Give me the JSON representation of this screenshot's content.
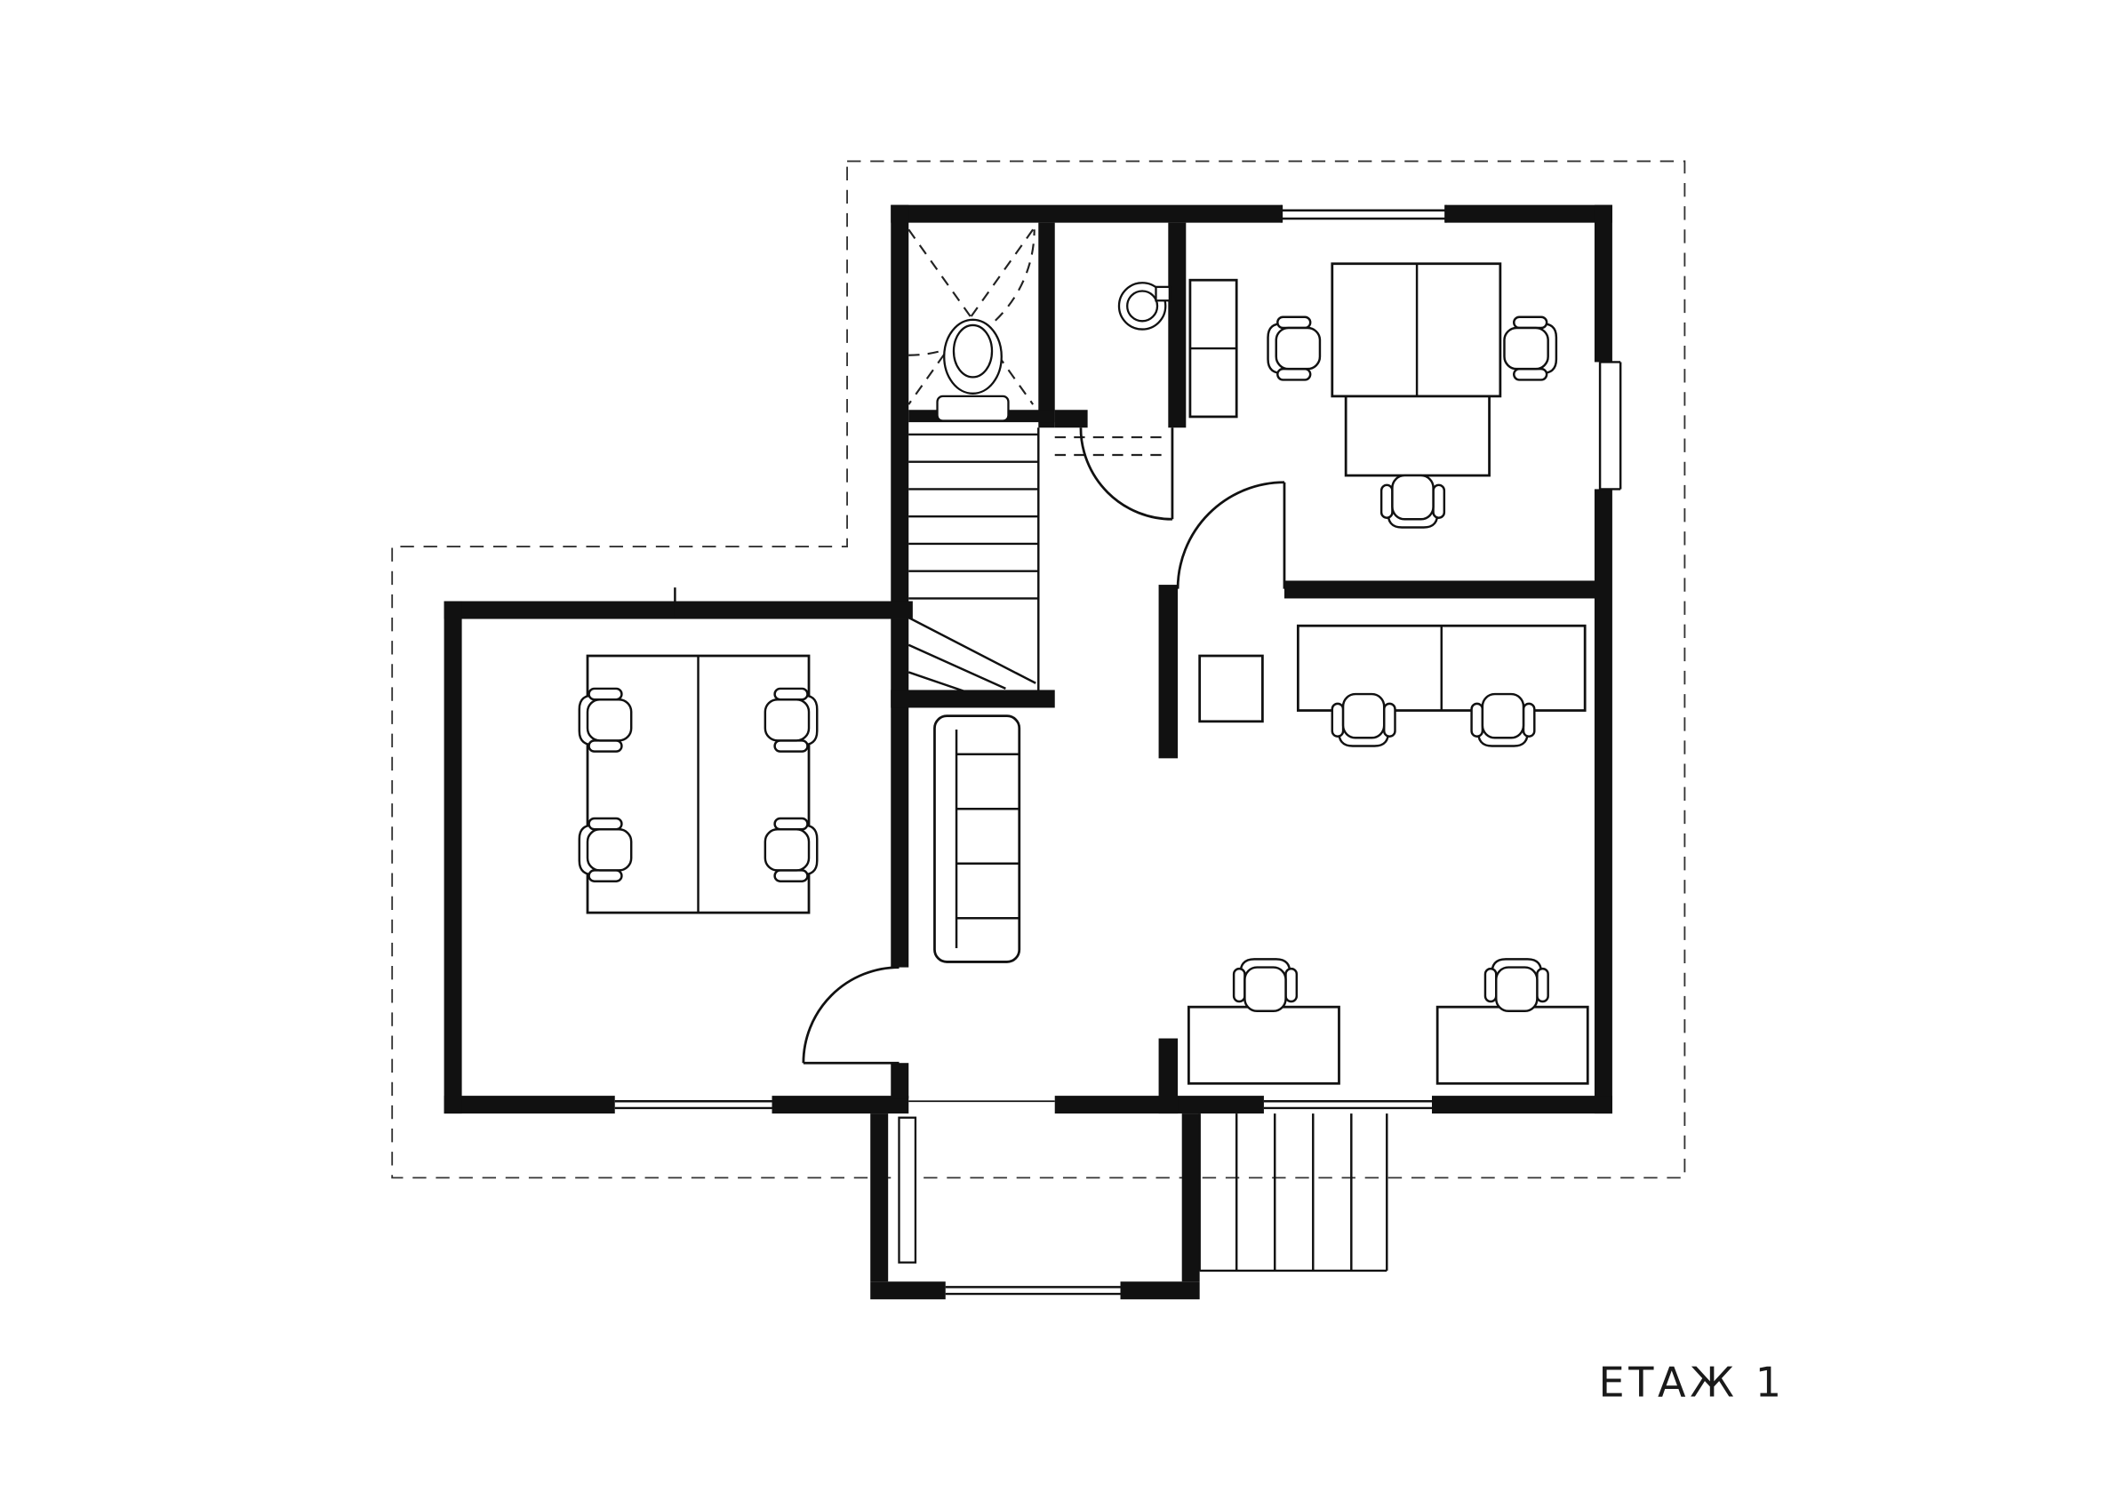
{
  "floorplan": {
    "title": "ЕТАЖ 1",
    "background_color": "#ffffff",
    "line_color": "#111111",
    "symbols": [
      "roof-outline",
      "staircase",
      "toilet",
      "round-sink",
      "sofa",
      "office-chair",
      "desk",
      "conference-table",
      "cabinet",
      "door-swing",
      "window",
      "entrance-porch",
      "entrance-steps"
    ]
  }
}
